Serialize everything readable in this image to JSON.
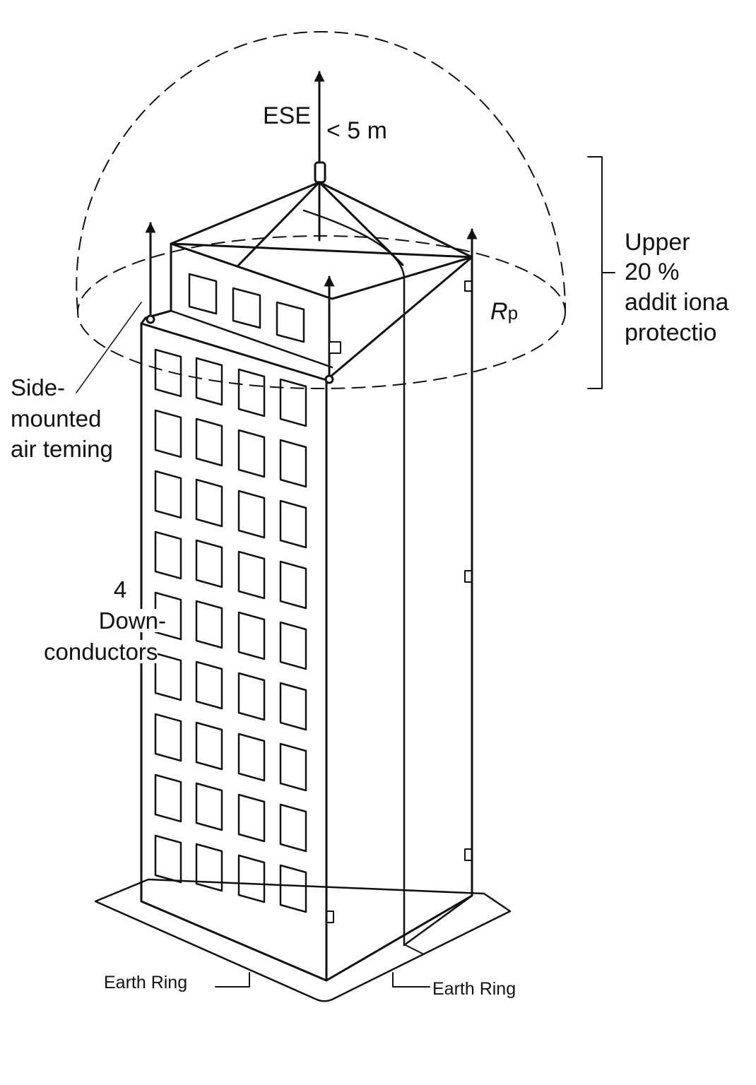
{
  "diagram": {
    "labels": {
      "ese": "ESE",
      "height_limit": "< 5 m",
      "upper_protection": [
        "Upper",
        "20 %",
        "addit iona",
        "protectio"
      ],
      "rp_symbol": "R",
      "rp_subscript": "p",
      "side_mounted": [
        "Side-",
        "mounted",
        "air teming"
      ],
      "down_conductors": [
        "4",
        "Down-",
        "conductors"
      ],
      "earth_ring_left": "Earth Ring",
      "earth_ring_right": "Earth Ring"
    }
  }
}
